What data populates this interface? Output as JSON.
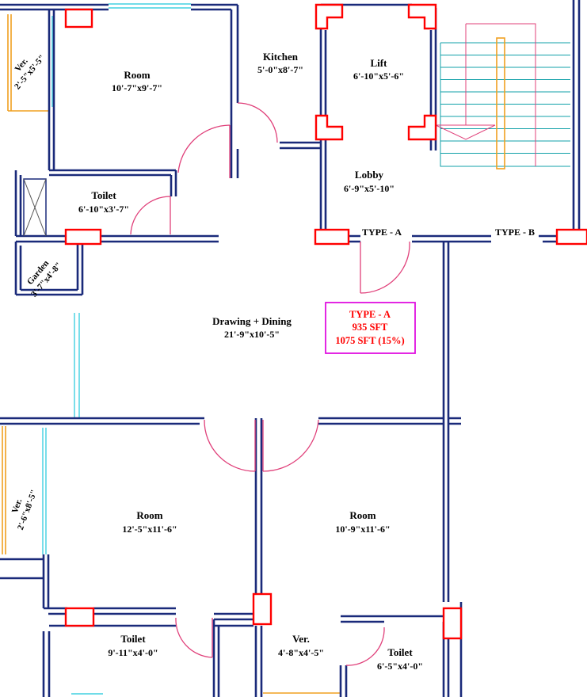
{
  "colors": {
    "wall": "#1a2a7a",
    "column": "#ff0000",
    "door": "#e0407a",
    "window": "#40d0e0",
    "stair": "#10a0a8",
    "railing": "#f0a020",
    "badge": "#e010e0",
    "badge_text": "#ff0000"
  },
  "rooms": {
    "room_top_left": {
      "name": "Room",
      "dim": "10'-7\"x9'-7\""
    },
    "kitchen": {
      "name": "Kitchen",
      "dim": "5'-0\"x8'-7\""
    },
    "lift": {
      "name": "Lift",
      "dim": "6'-10\"x5'-6\""
    },
    "lobby": {
      "name": "Lobby",
      "dim": "6'-9\"x5'-10\""
    },
    "toilet_top": {
      "name": "Toilet",
      "dim": "6'-10\"x3'-7\""
    },
    "ver_top": {
      "name": "Ver.",
      "dim": "2'-5\"x5'-5\""
    },
    "garden": {
      "name": "Garden",
      "dim": "3'-7\"x4'-8\""
    },
    "drawing": {
      "name": "Drawing + Dining",
      "dim": "21'-9\"x10'-5\""
    },
    "ver_left": {
      "name": "Ver.",
      "dim": "2'-6\"x8'-5\""
    },
    "room_bottom_left": {
      "name": "Room",
      "dim": "12'-5\"x11'-6\""
    },
    "room_bottom_right": {
      "name": "Room",
      "dim": "10'-9\"x11'-6\""
    },
    "toilet_bottom_left": {
      "name": "Toilet",
      "dim": "9'-11\"x4'-0\""
    },
    "ver_bottom": {
      "name": "Ver.",
      "dim": "4'-8\"x4'-5\""
    },
    "toilet_bottom_right": {
      "name": "Toilet",
      "dim": "6'-5\"x4'-0\""
    }
  },
  "type_labels": {
    "a": "TYPE - A",
    "b": "TYPE - B"
  },
  "badge": {
    "line1": "TYPE - A",
    "line2": "935 SFT",
    "line3": "1075 SFT (15%)"
  }
}
